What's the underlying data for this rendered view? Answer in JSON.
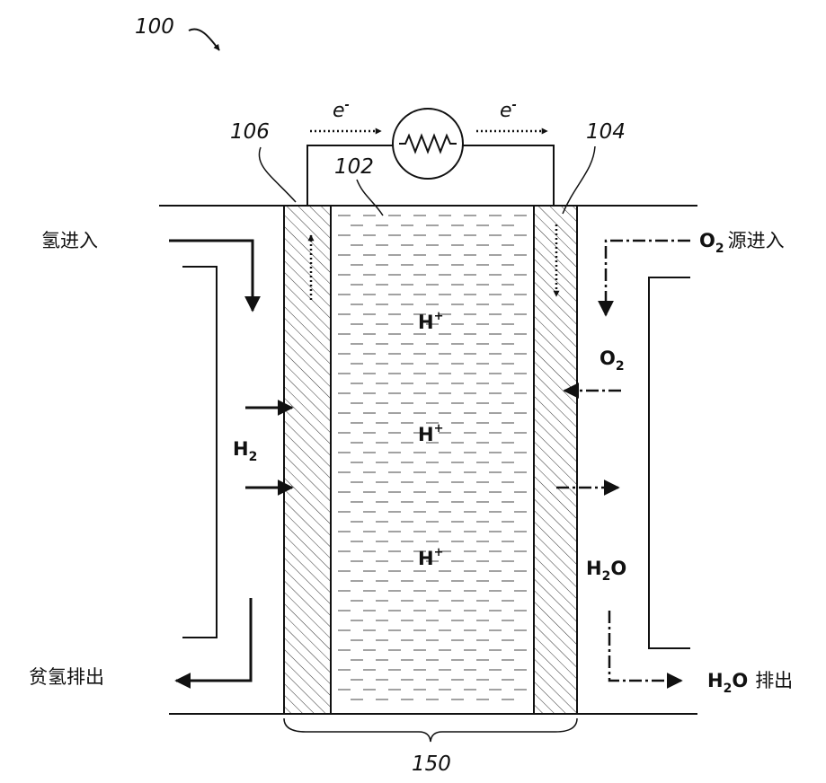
{
  "figure": {
    "ref_main": "100",
    "ref_anode": "106",
    "ref_electrolyte": "102",
    "ref_cathode": "104",
    "ref_assembly": "150"
  },
  "electrons": {
    "left": {
      "base": "e",
      "sup": "-"
    },
    "right": {
      "base": "e",
      "sup": "-"
    }
  },
  "labels": {
    "hydrogen_in": "氢进入",
    "lean_hydrogen_out": "贫氢排出",
    "o2_source_in": {
      "base": "O",
      "sub": "2",
      "text": "源进入"
    },
    "water_out": {
      "base": "H",
      "sub": "2",
      "rest": "O",
      "text": "排出"
    }
  },
  "species": {
    "h2": {
      "base": "H",
      "sub": "2"
    },
    "o2": {
      "base": "O",
      "sub": "2"
    },
    "h2o": {
      "base": "H",
      "sub": "2",
      "rest": "O"
    },
    "protons": [
      {
        "base": "H",
        "sup": "+"
      },
      {
        "base": "H",
        "sup": "+"
      },
      {
        "base": "H",
        "sup": "+"
      }
    ]
  }
}
